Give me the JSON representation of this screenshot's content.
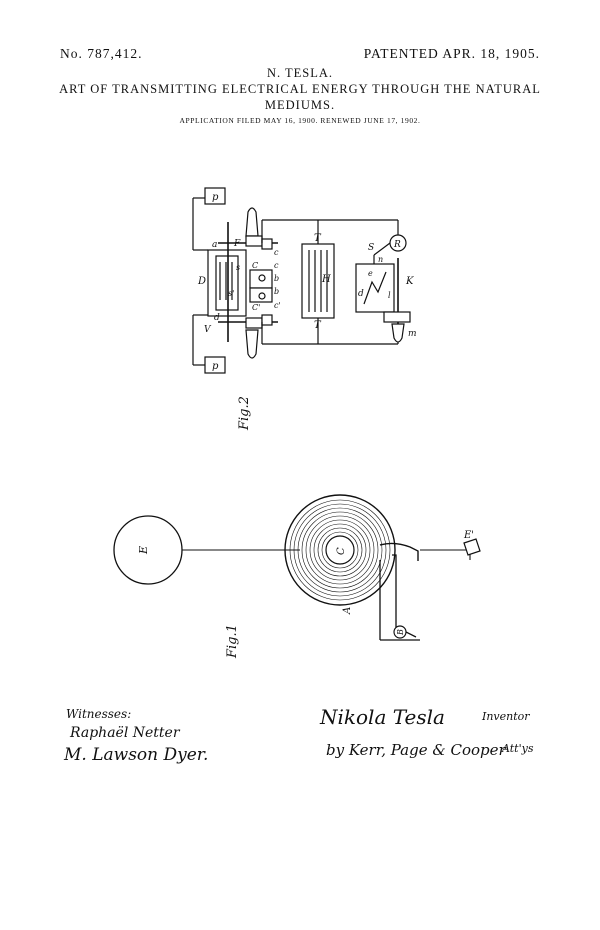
{
  "header": {
    "patent_number": "No. 787,412.",
    "patent_date": "PATENTED APR. 18, 1905.",
    "inventor": "N. TESLA.",
    "title_line_1": "ART OF TRANSMITTING ELECTRICAL ENERGY THROUGH THE NATURAL",
    "title_line_2": "MEDIUMS.",
    "application": "APPLICATION FILED MAY 16, 1900.  RENEWED JUNE 17, 1902."
  },
  "figures": {
    "fig2_label": "Fig.2",
    "fig1_label": "Fig.1",
    "fig2_letters": {
      "p_top": "p",
      "p_bottom": "p",
      "a": "a",
      "F": "F",
      "D": "D",
      "s": "s",
      "s_prime": "s'",
      "c_top": "c",
      "c_second": "c",
      "b1": "b",
      "b2": "b",
      "C": "C",
      "C_prime": "C'",
      "c_prime": "c'",
      "d": "d",
      "V": "V",
      "T_top": "T",
      "H": "H",
      "T_bottom": "T",
      "R": "R",
      "S": "S",
      "n": "n",
      "e": "e",
      "d_right": "d",
      "l": "l",
      "K": "K",
      "m": "m"
    },
    "fig1_letters": {
      "E": "E",
      "C": "C",
      "A": "A",
      "B": "B",
      "E_prime": "E'"
    }
  },
  "signatures": {
    "witnesses_label": "Witnesses:",
    "witness_1": "Raphaël Netter",
    "witness_2": "M. Lawson Dyer.",
    "inventor_signature": "Nikola Tesla",
    "inventor_role": "Inventor",
    "attorneys_signature": "by Kerr, Page & Cooper",
    "attorneys_role": "Att'ys"
  }
}
